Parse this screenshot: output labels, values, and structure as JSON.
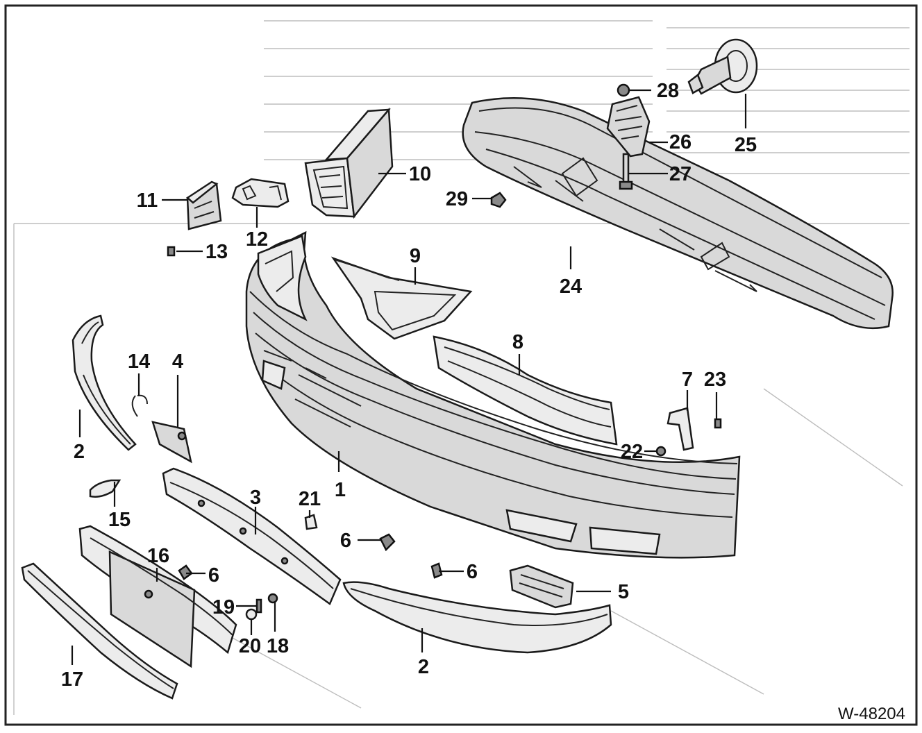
{
  "figure_id": "W-48204",
  "callouts": [
    {
      "id": "c1",
      "text": "1"
    },
    {
      "id": "c2a",
      "text": "2"
    },
    {
      "id": "c2b",
      "text": "2"
    },
    {
      "id": "c3",
      "text": "3"
    },
    {
      "id": "c4",
      "text": "4"
    },
    {
      "id": "c5",
      "text": "5"
    },
    {
      "id": "c6a",
      "text": "6"
    },
    {
      "id": "c6b",
      "text": "6"
    },
    {
      "id": "c6c",
      "text": "6"
    },
    {
      "id": "c7",
      "text": "7"
    },
    {
      "id": "c8",
      "text": "8"
    },
    {
      "id": "c9",
      "text": "9"
    },
    {
      "id": "c10",
      "text": "10"
    },
    {
      "id": "c11",
      "text": "11"
    },
    {
      "id": "c12",
      "text": "12"
    },
    {
      "id": "c13",
      "text": "13"
    },
    {
      "id": "c14",
      "text": "14"
    },
    {
      "id": "c15",
      "text": "15"
    },
    {
      "id": "c16",
      "text": "16"
    },
    {
      "id": "c17",
      "text": "17"
    },
    {
      "id": "c18",
      "text": "18"
    },
    {
      "id": "c19",
      "text": "19"
    },
    {
      "id": "c20",
      "text": "20"
    },
    {
      "id": "c21",
      "text": "21"
    },
    {
      "id": "c22",
      "text": "22"
    },
    {
      "id": "c23",
      "text": "23"
    },
    {
      "id": "c24",
      "text": "24"
    },
    {
      "id": "c25",
      "text": "25"
    },
    {
      "id": "c26",
      "text": "26"
    },
    {
      "id": "c27",
      "text": "27"
    },
    {
      "id": "c28",
      "text": "28"
    },
    {
      "id": "c29",
      "text": "29"
    }
  ]
}
